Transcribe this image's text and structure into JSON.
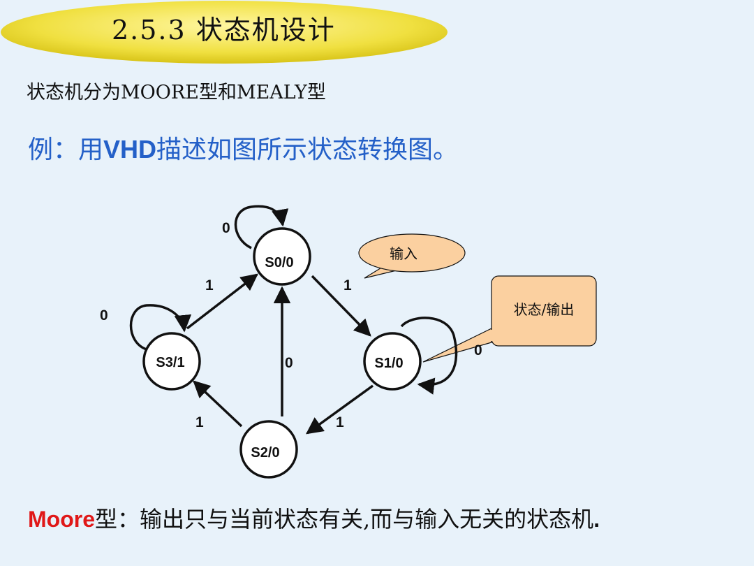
{
  "slide": {
    "title": "2.5.3 状态机设计",
    "line1": "状态机分为MOORE型和MEALY型",
    "line2": {
      "prefix": "例：用",
      "bold": "VHD",
      "suffix": "描述如图所示状态转换图。"
    },
    "bottom": {
      "moore": "Moore",
      "text": "型：输出只与当前状态有关,而与输入无关的状态机",
      "period": "."
    }
  },
  "diagram": {
    "states": [
      "S0/0",
      "S1/0",
      "S2/0",
      "S3/1"
    ],
    "edge_labels": {
      "s0_self": "0",
      "s0_to_s1": "1",
      "s3_to_s0": "1",
      "s3_self": "0",
      "s2_to_s0": "0",
      "s1_self": "0",
      "s1_to_s2": "1",
      "s2_to_s3": "1"
    },
    "callouts": {
      "input": "输入",
      "state_output": "状态/输出"
    }
  },
  "colors": {
    "background": "#e8f2fa",
    "title_ellipse": "#f0e040",
    "blue_text": "#2460c8",
    "red_text": "#e01818",
    "callout_fill": "#fbd0a0"
  }
}
